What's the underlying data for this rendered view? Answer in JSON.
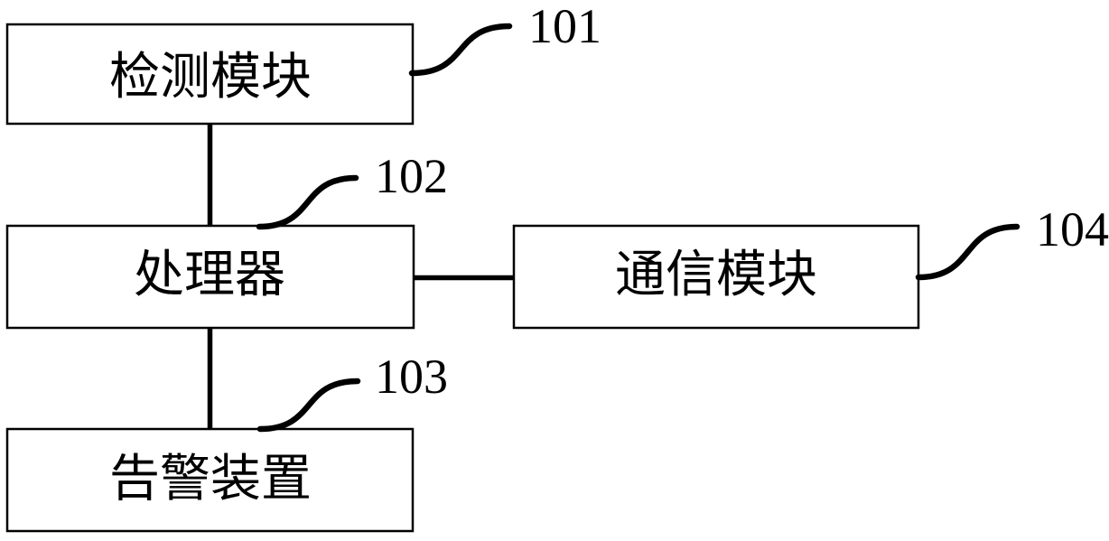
{
  "figure": {
    "background_color": "#ffffff",
    "ink_color": "#000000",
    "nodes": [
      {
        "label": "检测模块",
        "ref": "101"
      },
      {
        "label": "处理器",
        "ref": "102"
      },
      {
        "label": "告警装置",
        "ref": "103"
      },
      {
        "label": "通信模块",
        "ref": "104"
      }
    ],
    "edges": [
      {
        "from": "检测模块",
        "to": "处理器",
        "style": "vertical-line"
      },
      {
        "from": "处理器",
        "to": "告警装置",
        "style": "vertical-line"
      },
      {
        "from": "处理器",
        "to": "通信模块",
        "style": "horizontal-line"
      }
    ]
  }
}
